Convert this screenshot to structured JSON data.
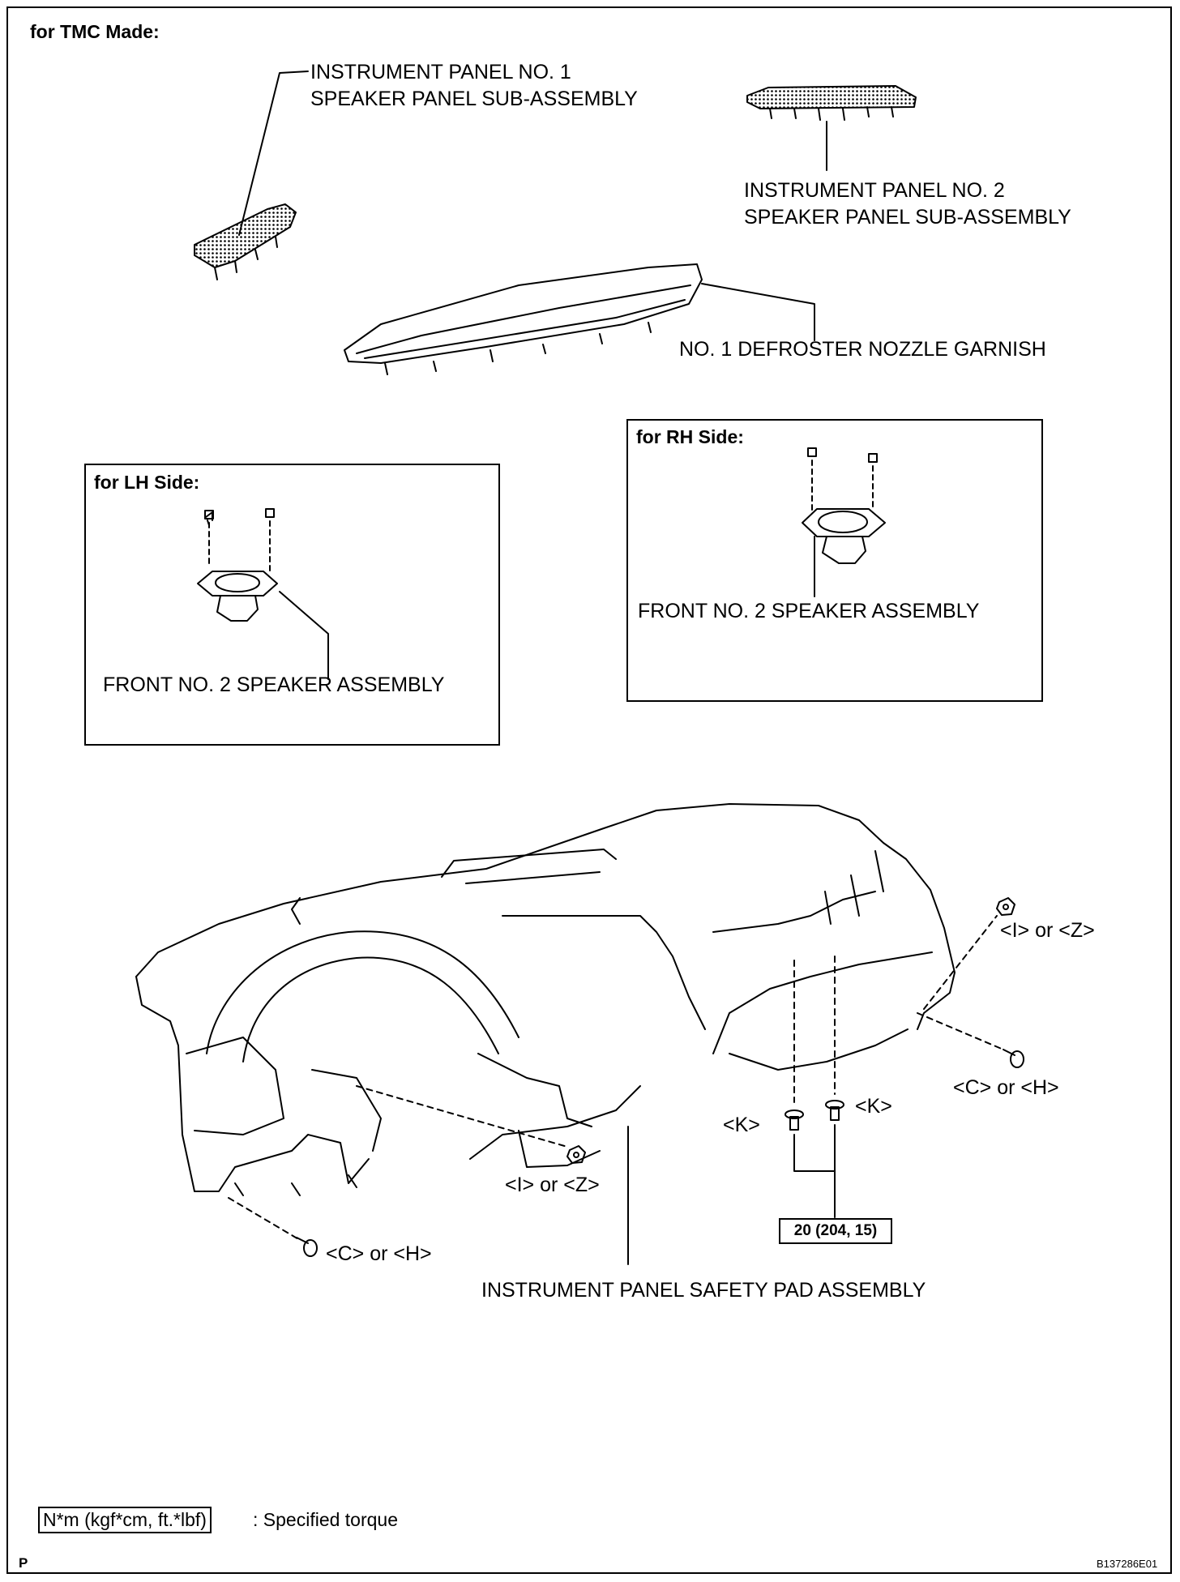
{
  "header": {
    "condition": "for TMC Made:"
  },
  "parts": {
    "speaker_panel_1": [
      "INSTRUMENT PANEL NO. 1",
      "SPEAKER PANEL SUB-ASSEMBLY"
    ],
    "speaker_panel_2": [
      "INSTRUMENT PANEL NO. 2",
      "SPEAKER PANEL SUB-ASSEMBLY"
    ],
    "defroster_garnish": "NO. 1 DEFROSTER NOZZLE GARNISH",
    "safety_pad": "INSTRUMENT PANEL SAFETY PAD ASSEMBLY"
  },
  "lh_box": {
    "title": "for LH Side:",
    "label": "FRONT NO. 2 SPEAKER ASSEMBLY"
  },
  "rh_box": {
    "title": "for RH Side:",
    "label": "FRONT NO. 2 SPEAKER ASSEMBLY"
  },
  "fasteners": {
    "i_or_z": "<I> or <Z>",
    "c_or_h": "<C> or <H>",
    "k": "<K>"
  },
  "torque_value": "20 (204, 15)",
  "legend": {
    "unit_box": "N*m (kgf*cm, ft.*lbf)",
    "text": ": Specified torque"
  },
  "footer": {
    "section_letter": "P",
    "figure_code": "B137286E01"
  }
}
